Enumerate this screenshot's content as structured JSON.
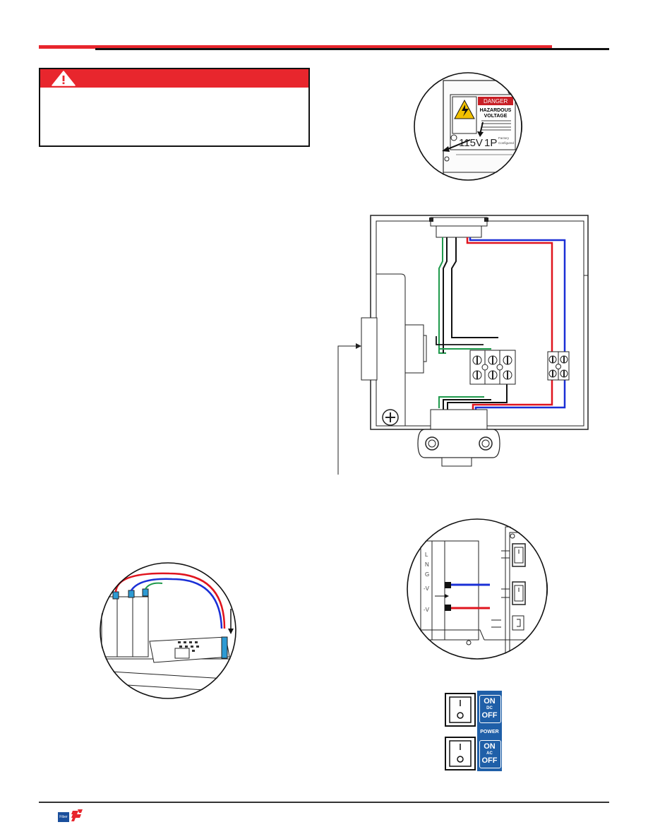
{
  "sticker": {
    "danger": "DANGER",
    "title_line1": "HAZARDOUS",
    "title_line2": "VOLTAGE",
    "rating_voltage": "115V",
    "rating_phase": "1P",
    "factory": "Factory",
    "configured": "Configured"
  },
  "switch_panel": {
    "on_dc": "ON",
    "dc": "DC",
    "off_dc": "OFF",
    "power": "POWER",
    "on_ac": "ON",
    "ac": "AC",
    "off_ac": "OFF"
  },
  "detail_terminals": {
    "t1": "L",
    "t2": "N",
    "t3": "G",
    "t4": "-V",
    "t5": "-V"
  },
  "footer": {
    "logo_small": "Fiber"
  },
  "colors": {
    "accent_red": "#e8262d",
    "panel_blue": "#1f5fa8",
    "wire_red": "#e0141e",
    "wire_blue": "#1a2fd6",
    "wire_green": "#1f9a4c"
  }
}
